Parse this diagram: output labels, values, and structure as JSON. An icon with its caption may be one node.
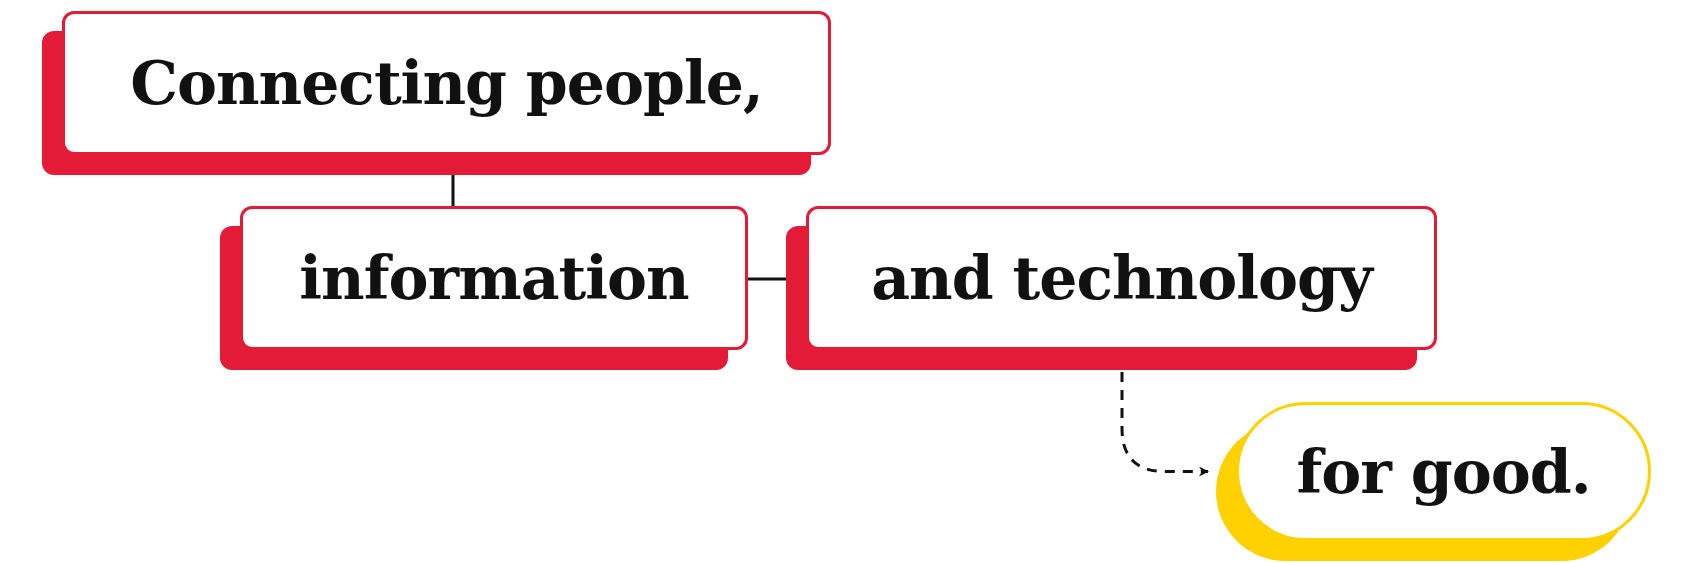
{
  "diagram": {
    "nodes": [
      {
        "text": [
          "Connecting people,"
        ]
      },
      {
        "text": [
          "information"
        ]
      },
      {
        "text": [
          "and technology"
        ]
      },
      {
        "text": [
          "for good."
        ]
      }
    ],
    "edges": [
      {
        "from": 0,
        "to": 1,
        "arrow": "none"
      },
      {
        "from": 1,
        "to": 2,
        "arrow": "none"
      },
      {
        "from": 2,
        "to": 3,
        "arrow": "to",
        "style": "dashed"
      }
    ]
  }
}
